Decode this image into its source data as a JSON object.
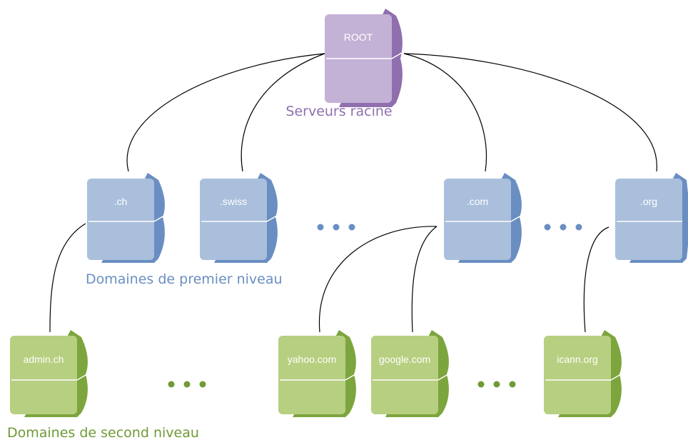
{
  "colors": {
    "root": {
      "front": "#c4b1d6",
      "side": "#8f6fae"
    },
    "tld": {
      "front": "#aabfdc",
      "side": "#6a8ec2"
    },
    "sld": {
      "front": "#b7cf80",
      "side": "#7da53d"
    },
    "root_caption": "#8f6fae",
    "tld_caption": "#6a8ec2",
    "sld_caption": "#6f9a36",
    "link": "#000000"
  },
  "root": {
    "label": "ROOT",
    "caption": "Serveurs racine"
  },
  "tld": {
    "caption": "Domaines de premier niveau",
    "servers": [
      ".ch",
      ".swiss",
      ".com",
      ".org"
    ]
  },
  "sld": {
    "caption": "Domaines de second niveau",
    "servers": [
      "admin.ch",
      "yahoo.com",
      "google.com",
      "icann.org"
    ]
  }
}
